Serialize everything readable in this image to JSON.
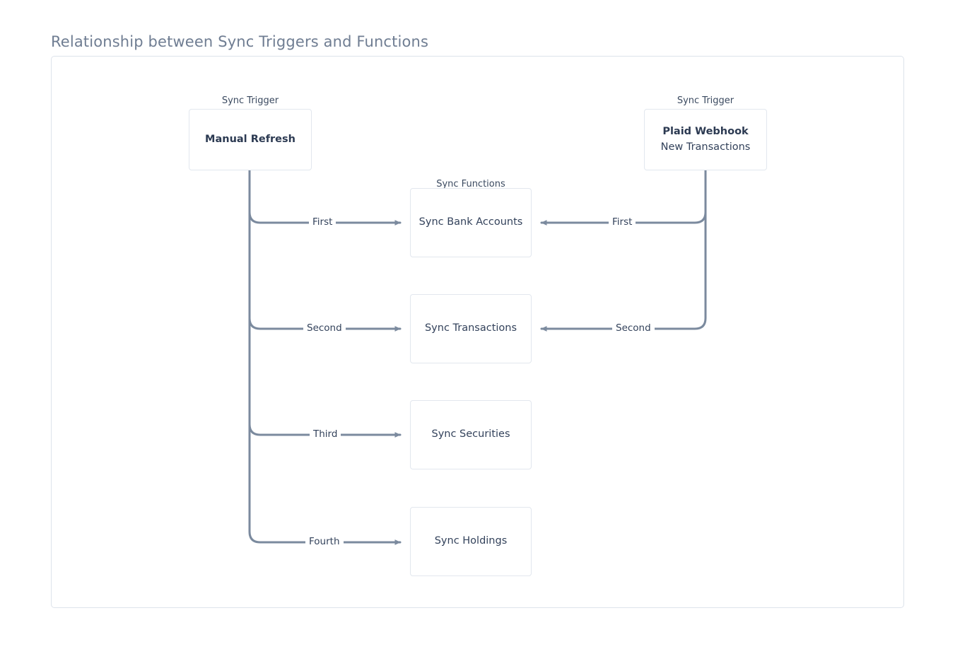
{
  "title": "Relationship between Sync Triggers and Functions",
  "colors": {
    "title": "#6f7d92",
    "frame_border": "#dde3eb",
    "node_border": "#e2e7ee",
    "edge": "#7b8a9e",
    "text": "#33425b"
  },
  "groups": {
    "trigger_left_label": "Sync Trigger",
    "trigger_right_label": "Sync Trigger",
    "functions_label": "Sync Functions"
  },
  "nodes": {
    "manual_refresh": {
      "primary": "Manual Refresh",
      "secondary": ""
    },
    "plaid_webhook": {
      "primary": "Plaid Webhook",
      "secondary": "New Transactions"
    },
    "sync_bank_accounts": {
      "label": "Sync Bank Accounts"
    },
    "sync_transactions": {
      "label": "Sync Transactions"
    },
    "sync_securities": {
      "label": "Sync Securities"
    },
    "sync_holdings": {
      "label": "Sync Holdings"
    }
  },
  "edges": {
    "left_first": "First",
    "left_second": "Second",
    "left_third": "Third",
    "left_fourth": "Fourth",
    "right_first": "First",
    "right_second": "Second"
  }
}
